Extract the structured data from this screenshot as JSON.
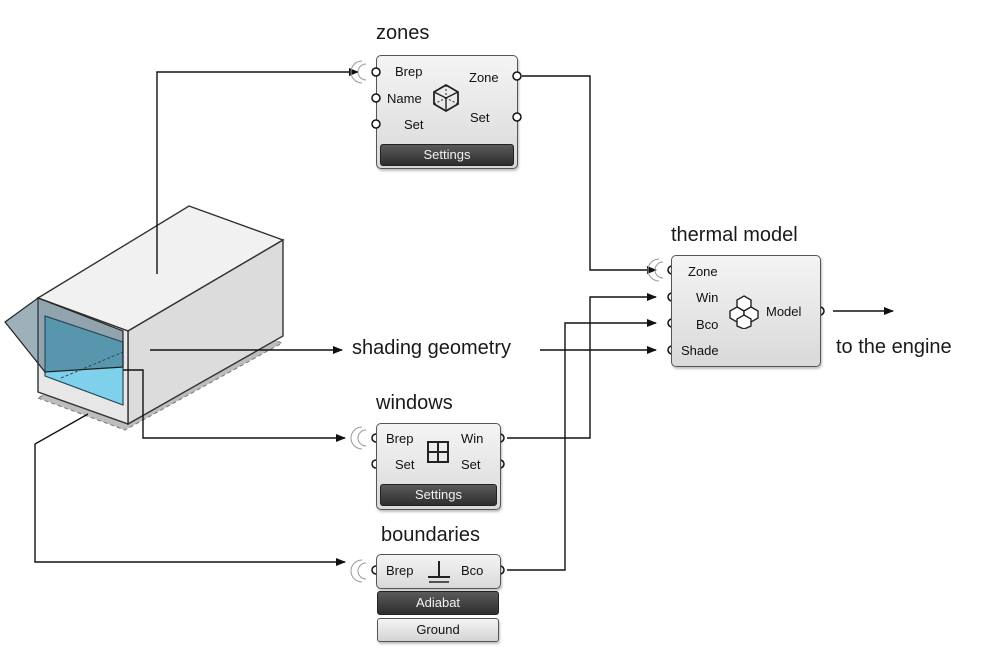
{
  "zones": {
    "title": "zones",
    "inputs": [
      "Brep",
      "Name",
      "Set"
    ],
    "outputs": [
      "Zone",
      "Set"
    ],
    "button": "Settings",
    "icon": "zone-icon"
  },
  "thermal_model": {
    "title": "thermal model",
    "inputs": [
      "Zone",
      "Win",
      "Bco",
      "Shade"
    ],
    "outputs": [
      "Model"
    ],
    "icon": "cubes-icon"
  },
  "windows": {
    "title": "windows",
    "inputs": [
      "Brep",
      "Set"
    ],
    "outputs": [
      "Win",
      "Set"
    ],
    "button": "Settings",
    "icon": "window-icon"
  },
  "boundaries": {
    "title": "boundaries",
    "inputs": [
      "Brep"
    ],
    "outputs": [
      "Bco"
    ],
    "buttons": [
      "Adiabat",
      "Ground"
    ],
    "icon": "ground-icon"
  },
  "labels": {
    "shading": "shading geometry",
    "engine": "to the engine"
  },
  "colors": {
    "glass": "#6fcbe8",
    "wall_light": "#ececec",
    "wall_mid": "#d6d6d6",
    "wall_dark": "#bdbdbd",
    "button_dark": "#3c3c3c"
  }
}
